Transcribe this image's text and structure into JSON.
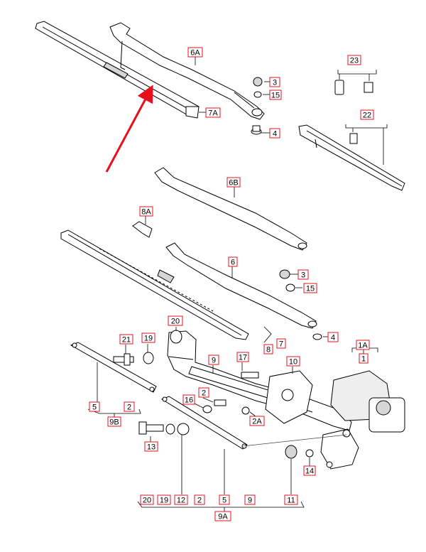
{
  "colors": {
    "callout_border": "#e0141e",
    "arrow": "#e8101a",
    "line": "#000000",
    "part_fill": "#ffffff",
    "part_shade": "#d6d6d6"
  },
  "callouts": [
    {
      "id": "c-6A",
      "text": "6A"
    },
    {
      "id": "c-3a",
      "text": "3"
    },
    {
      "id": "c-15a",
      "text": "15"
    },
    {
      "id": "c-4a",
      "text": "4"
    },
    {
      "id": "c-7A",
      "text": "7A"
    },
    {
      "id": "c-23",
      "text": "23"
    },
    {
      "id": "c-22",
      "text": "22"
    },
    {
      "id": "c-6B",
      "text": "6B"
    },
    {
      "id": "c-8A",
      "text": "8A"
    },
    {
      "id": "c-6",
      "text": "6"
    },
    {
      "id": "c-3b",
      "text": "3"
    },
    {
      "id": "c-15b",
      "text": "15"
    },
    {
      "id": "c-7",
      "text": "7"
    },
    {
      "id": "c-8",
      "text": "8"
    },
    {
      "id": "c-4b",
      "text": "4"
    },
    {
      "id": "c-1A",
      "text": "1A"
    },
    {
      "id": "c-1",
      "text": "1"
    },
    {
      "id": "c-20a",
      "text": "20"
    },
    {
      "id": "c-21",
      "text": "21"
    },
    {
      "id": "c-19a",
      "text": "19"
    },
    {
      "id": "c-9a",
      "text": "9"
    },
    {
      "id": "c-17",
      "text": "17"
    },
    {
      "id": "c-10",
      "text": "10"
    },
    {
      "id": "c-2a",
      "text": "2"
    },
    {
      "id": "c-16",
      "text": "16"
    },
    {
      "id": "c-2A",
      "text": "2A"
    },
    {
      "id": "c-5a",
      "text": "5"
    },
    {
      "id": "c-2b",
      "text": "2"
    },
    {
      "id": "c-9B",
      "text": "9B"
    },
    {
      "id": "c-13",
      "text": "13"
    },
    {
      "id": "c-14",
      "text": "14"
    },
    {
      "id": "c-20b",
      "text": "20"
    },
    {
      "id": "c-19b",
      "text": "19"
    },
    {
      "id": "c-12",
      "text": "12"
    },
    {
      "id": "c-2c",
      "text": "2"
    },
    {
      "id": "c-5b",
      "text": "5"
    },
    {
      "id": "c-9b",
      "text": "9"
    },
    {
      "id": "c-11",
      "text": "11"
    },
    {
      "id": "c-9A",
      "text": "9A"
    }
  ]
}
